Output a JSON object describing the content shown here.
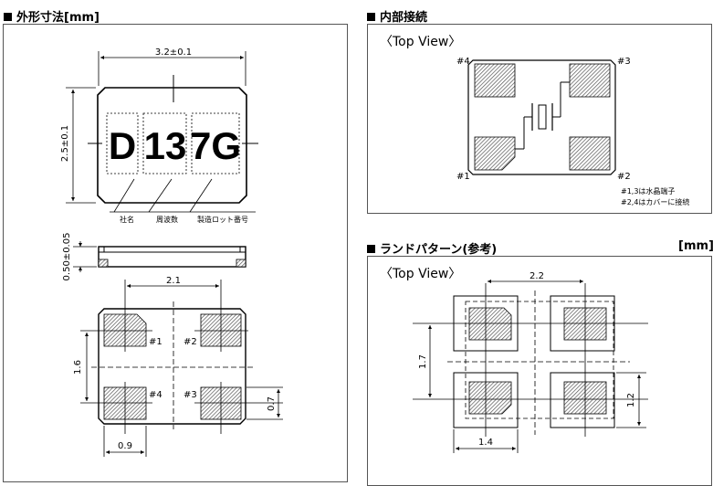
{
  "headings": {
    "outline": "外形寸法[mm]",
    "internal": "内部接続",
    "land": "ランドパターン(参考)",
    "land_unit": "[mm]"
  },
  "outline": {
    "dim_width": "3.2±0.1",
    "dim_height": "2.5±0.1",
    "dim_thickness": "0.50±0.05",
    "dim_pad_pitch_x": "2.1",
    "dim_pad_pitch_y": "1.6",
    "dim_pad_h": "0.7",
    "dim_pad_w": "0.9",
    "marking": [
      "D",
      "13",
      "7G"
    ],
    "callouts": [
      "社名",
      "周波数",
      "製造ロット番号"
    ],
    "pads": [
      "#1",
      "#2",
      "#4",
      "#3"
    ]
  },
  "internal": {
    "view_label": "〈Top View〉",
    "pins": [
      "#4",
      "#3",
      "#1",
      "#2"
    ],
    "note1": "#1,3は水晶端子",
    "note2": "#2,4はカバーに接続"
  },
  "land": {
    "view_label": "〈Top View〉",
    "dim_pitch_x": "2.2",
    "dim_pitch_y": "1.7",
    "dim_land_w": "1.4",
    "dim_land_h": "1.2"
  },
  "colors": {
    "panel_border": "#555555",
    "line": "#000000",
    "hatch": "#555555"
  }
}
